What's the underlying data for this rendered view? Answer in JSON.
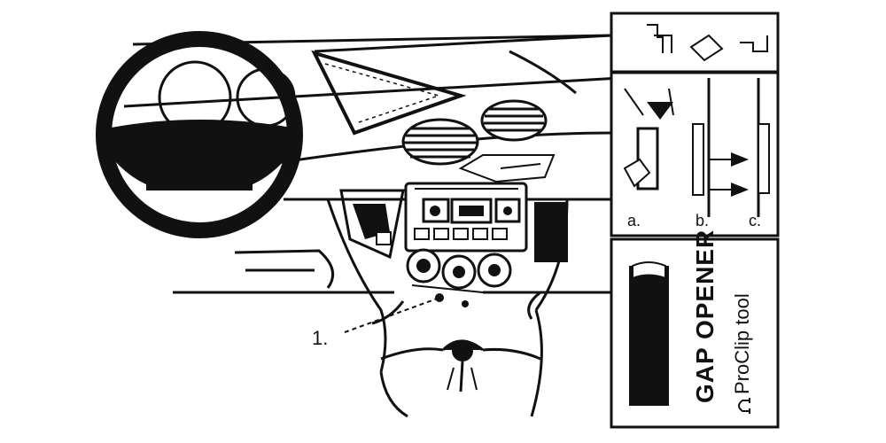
{
  "diagram": {
    "callout": {
      "label": "1."
    },
    "steps": {
      "a_label": "a.",
      "b_label": "b.",
      "c_label": "c."
    },
    "tool_panel": {
      "title": "GAP OPENER",
      "subtitle": "ProClip tool",
      "subtitle_icon": "omega-symbol-icon"
    }
  }
}
